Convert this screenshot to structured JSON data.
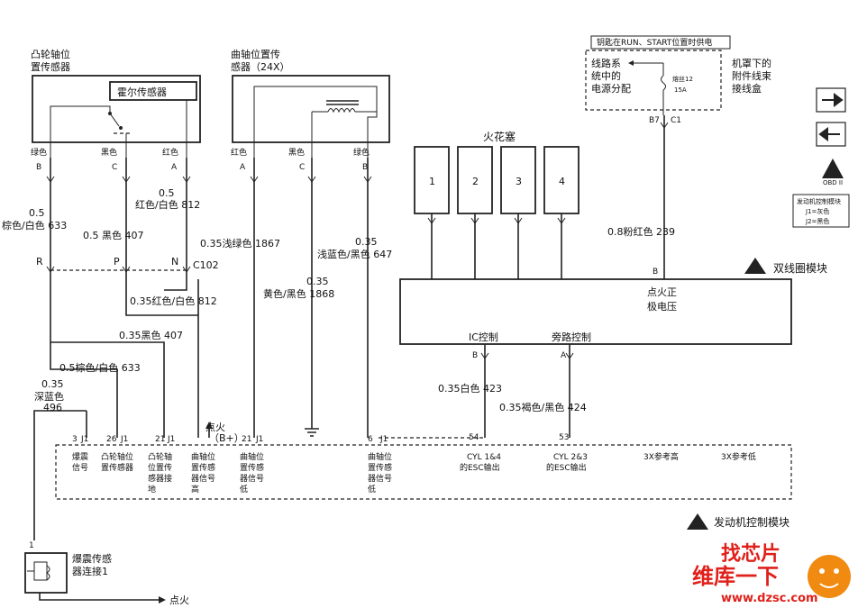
{
  "cam_sensor": {
    "title_1": "凸轮轴位",
    "title_2": "置传感器",
    "hall": "霍尔传感器",
    "pins": [
      {
        "color": "绿色",
        "letter": "B"
      },
      {
        "color": "黑色",
        "letter": "C"
      },
      {
        "color": "红色",
        "letter": "A"
      }
    ]
  },
  "crank_sensor": {
    "title_1": "曲轴位置传",
    "title_2": "感器（24X）",
    "pins": [
      {
        "color": "红色",
        "letter": "A"
      },
      {
        "color": "黑色",
        "letter": "C"
      },
      {
        "color": "绿色",
        "letter": "B"
      }
    ]
  },
  "spark_plugs": {
    "title": "火花塞",
    "items": [
      "1",
      "2",
      "3",
      "4"
    ]
  },
  "power_box": {
    "header": "钥匙在RUN、START位置时供电",
    "text_1": "线路系",
    "text_2": "统中的",
    "text_3": "电源分配",
    "fuse_1": "熔丝12",
    "fuse_2": "15A",
    "pin_b7": "B7",
    "pin_c1": "C1",
    "side_1": "机罩下的",
    "side_2": "附件线束",
    "side_3": "接线盒"
  },
  "wires": {
    "w633_a": "0.5",
    "w633_b": "棕色/白色 633",
    "w407": "0.5 黑色 407",
    "w812_a": "0.5",
    "w812_b": "红色/白色 812",
    "w1867": "0.35浅绿色 1867",
    "w1868_a": "0.35",
    "w1868_b": "黄色/黑色 1868",
    "w647_a": "0.35",
    "w647_b": "浅蓝色/黑色 647",
    "w239": "0.8粉红色  239",
    "w812_lower": "0.35红色/白色 812",
    "w407_lower": "0.35黑色 407",
    "w633_lower": "0.5棕色/白色 633",
    "w496_a": "0.35",
    "w496_b": "深蓝色",
    "w496_c": "496",
    "w423": "0.35白色 423",
    "w424": "0.35褐色/黑色 424"
  },
  "c102": {
    "r": "R",
    "p": "P",
    "n": "N",
    "label": "C102"
  },
  "ignition_module": {
    "title": "双线圈模块",
    "text_1": "点火正",
    "text_2": "极电压",
    "pin_b": "B",
    "ic_label": "IC控制",
    "ic_pin": "B",
    "bypass_label": "旁路控制",
    "bypass_pin": "A"
  },
  "ecm": {
    "title": "发动机控制模块",
    "ign_1": "点火",
    "ign_2": "（B+）",
    "pins": [
      {
        "num": "3",
        "conn": "J1",
        "lines": [
          "爆震",
          "信号"
        ]
      },
      {
        "num": "26",
        "conn": "J1",
        "lines": [
          "凸轮轴位",
          "置传感器"
        ]
      },
      {
        "num": "21",
        "conn": "J1",
        "lines": [
          "凸轮轴",
          "位置传",
          "感器接",
          "地"
        ]
      },
      {
        "num": "",
        "conn": "",
        "lines": [
          "曲轴位",
          "置传感",
          "器信号",
          "高"
        ]
      },
      {
        "num": "21",
        "conn": "J1",
        "lines": [
          "曲轴位",
          "置传感",
          "器信号",
          "低"
        ]
      },
      {
        "num": "6",
        "conn": "J1",
        "lines": [
          "曲轴位",
          "置传感",
          "器信号",
          "低"
        ]
      },
      {
        "num": "54",
        "conn": "",
        "lines": [
          "CYL 1&4",
          "的ESC输出"
        ]
      },
      {
        "num": "53",
        "conn": "",
        "lines": [
          "CYL 2&3",
          "的ESC输出"
        ]
      },
      {
        "num": "",
        "conn": "",
        "lines": [
          "3X参考高"
        ]
      },
      {
        "num": "",
        "conn": "",
        "lines": [
          "3X参考低"
        ]
      }
    ]
  },
  "knock_sensor": {
    "pin": "1",
    "text_1": "爆震传感",
    "text_2": "器连接1",
    "ign": "点火"
  },
  "legend": {
    "title": "发动机控制模块",
    "j1": "J1=灰色",
    "j2": "J2=黑色",
    "obd": "OBD II"
  },
  "watermark": {
    "text_1": "找芯片",
    "text_2": "维库一下",
    "url": "www.dzsc.com"
  },
  "colors": {
    "line": "#222222",
    "watermark_red": "#e0201a",
    "watermark_orange": "#f08a10"
  }
}
